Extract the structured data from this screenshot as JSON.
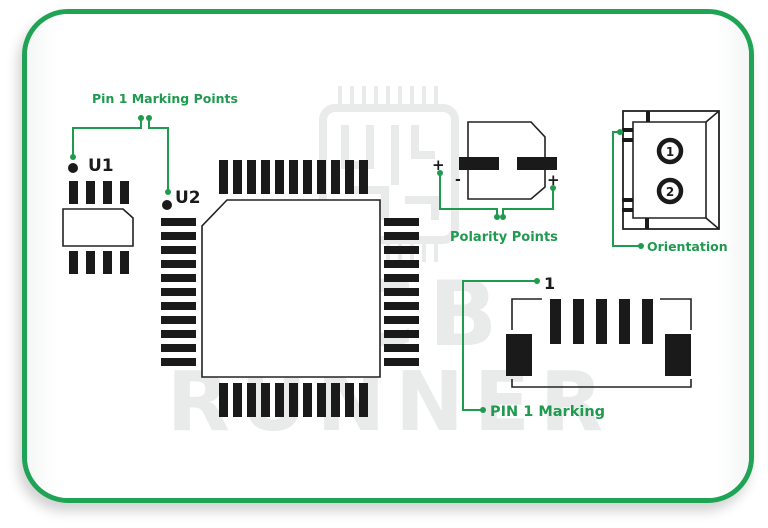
{
  "colors": {
    "border": "#1fa355",
    "accent_green": "#1f9a4f",
    "pad": "#1a1a1a",
    "outline": "#222222",
    "watermark": "#e9ebea"
  },
  "watermark": {
    "line1": "PCB",
    "line2": "RUNNER"
  },
  "labels": {
    "pin1_marking_points": "Pin 1 Marking Points",
    "polarity_points": "Polarity Points",
    "orientation": "Orientation",
    "pin1_marking": "PIN 1 Marking"
  },
  "components": {
    "u1": {
      "ref": "U1",
      "pins_per_side": 4
    },
    "u2": {
      "ref": "U2",
      "pins_per_side": 11
    },
    "capacitor": {
      "plus_left": "+",
      "minus": "-",
      "plus_right": "+"
    },
    "connector_2pin": {
      "pin1": "1",
      "pin2": "2"
    },
    "connector_smd": {
      "pin1_label": "1",
      "pins": 5
    }
  }
}
